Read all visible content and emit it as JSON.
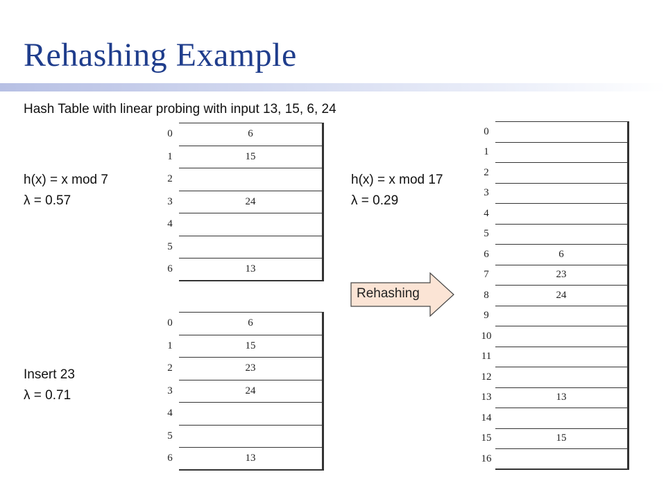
{
  "title": "Rehashing Example",
  "subtitle": "Hash Table with linear probing with input 13, 15, 6, 24",
  "left": {
    "hash_function": "h(x) = x mod 7",
    "load_factor": "λ = 0.57",
    "insert_label": "Insert 23",
    "insert_load_factor": "λ = 0.71"
  },
  "right": {
    "hash_function": "h(x) = x mod 17",
    "load_factor": "λ = 0.29"
  },
  "arrow_label": "Rehashing",
  "colors": {
    "title": "#1f3d8c",
    "arrow_fill": "#fbe4d5",
    "arrow_stroke": "#444444"
  },
  "tables": {
    "table_mod7": [
      {
        "index": "0",
        "value": "6"
      },
      {
        "index": "1",
        "value": "15"
      },
      {
        "index": "2",
        "value": ""
      },
      {
        "index": "3",
        "value": "24"
      },
      {
        "index": "4",
        "value": ""
      },
      {
        "index": "5",
        "value": ""
      },
      {
        "index": "6",
        "value": "13"
      }
    ],
    "table_mod7_after_insert": [
      {
        "index": "0",
        "value": "6"
      },
      {
        "index": "1",
        "value": "15"
      },
      {
        "index": "2",
        "value": "23"
      },
      {
        "index": "3",
        "value": "24"
      },
      {
        "index": "4",
        "value": ""
      },
      {
        "index": "5",
        "value": ""
      },
      {
        "index": "6",
        "value": "13"
      }
    ],
    "table_mod17": [
      {
        "index": "0",
        "value": ""
      },
      {
        "index": "1",
        "value": ""
      },
      {
        "index": "2",
        "value": ""
      },
      {
        "index": "3",
        "value": ""
      },
      {
        "index": "4",
        "value": ""
      },
      {
        "index": "5",
        "value": ""
      },
      {
        "index": "6",
        "value": "6"
      },
      {
        "index": "7",
        "value": "23"
      },
      {
        "index": "8",
        "value": "24"
      },
      {
        "index": "9",
        "value": ""
      },
      {
        "index": "10",
        "value": ""
      },
      {
        "index": "11",
        "value": ""
      },
      {
        "index": "12",
        "value": ""
      },
      {
        "index": "13",
        "value": "13"
      },
      {
        "index": "14",
        "value": ""
      },
      {
        "index": "15",
        "value": "15"
      },
      {
        "index": "16",
        "value": ""
      }
    ]
  }
}
